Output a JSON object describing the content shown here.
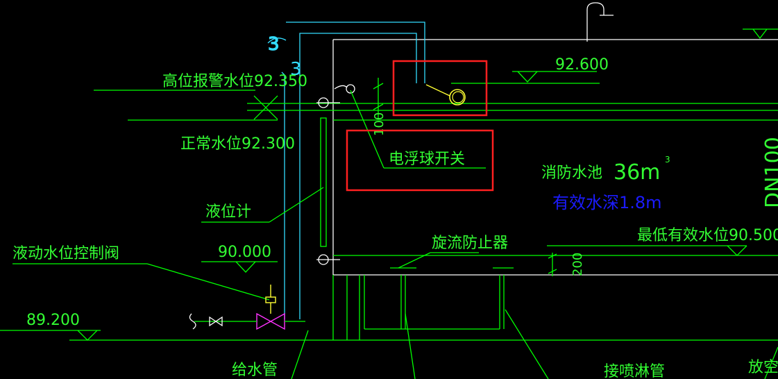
{
  "labels": {
    "high_alarm_level": "高位报警水位92.350",
    "normal_level": "正常水位92.300",
    "elev_top": "92.600",
    "float_switch": "电浮球开关",
    "float_dim": "100",
    "tank_name": "消防水池",
    "tank_volume": "36m",
    "tank_volume_sup": "3",
    "effective_depth": "有效水深1.8m",
    "pipe_dn": "DN100",
    "min_level": "最低有效水位90.500",
    "level_gauge": "液位计",
    "elev_bottom": "90.000",
    "vortex_preventer": "旋流防止器",
    "bottom_dim": "200",
    "float_valve": "液动水位控制阀",
    "elev_ground": "89.200",
    "supply_pipe": "给水管",
    "spray_pipe": "接喷淋管",
    "drain_pipe": "放空管"
  },
  "colors": {
    "background": "#000000",
    "line_green": "#00ff00",
    "tank_outline": "#ffffff",
    "pipe_cyan": "#33ddff",
    "valve_magenta": "#ff33ff",
    "valve_yellow": "#ffff33",
    "highlight_red": "#ff2020",
    "depth_text_blue": "#1b1bff"
  }
}
